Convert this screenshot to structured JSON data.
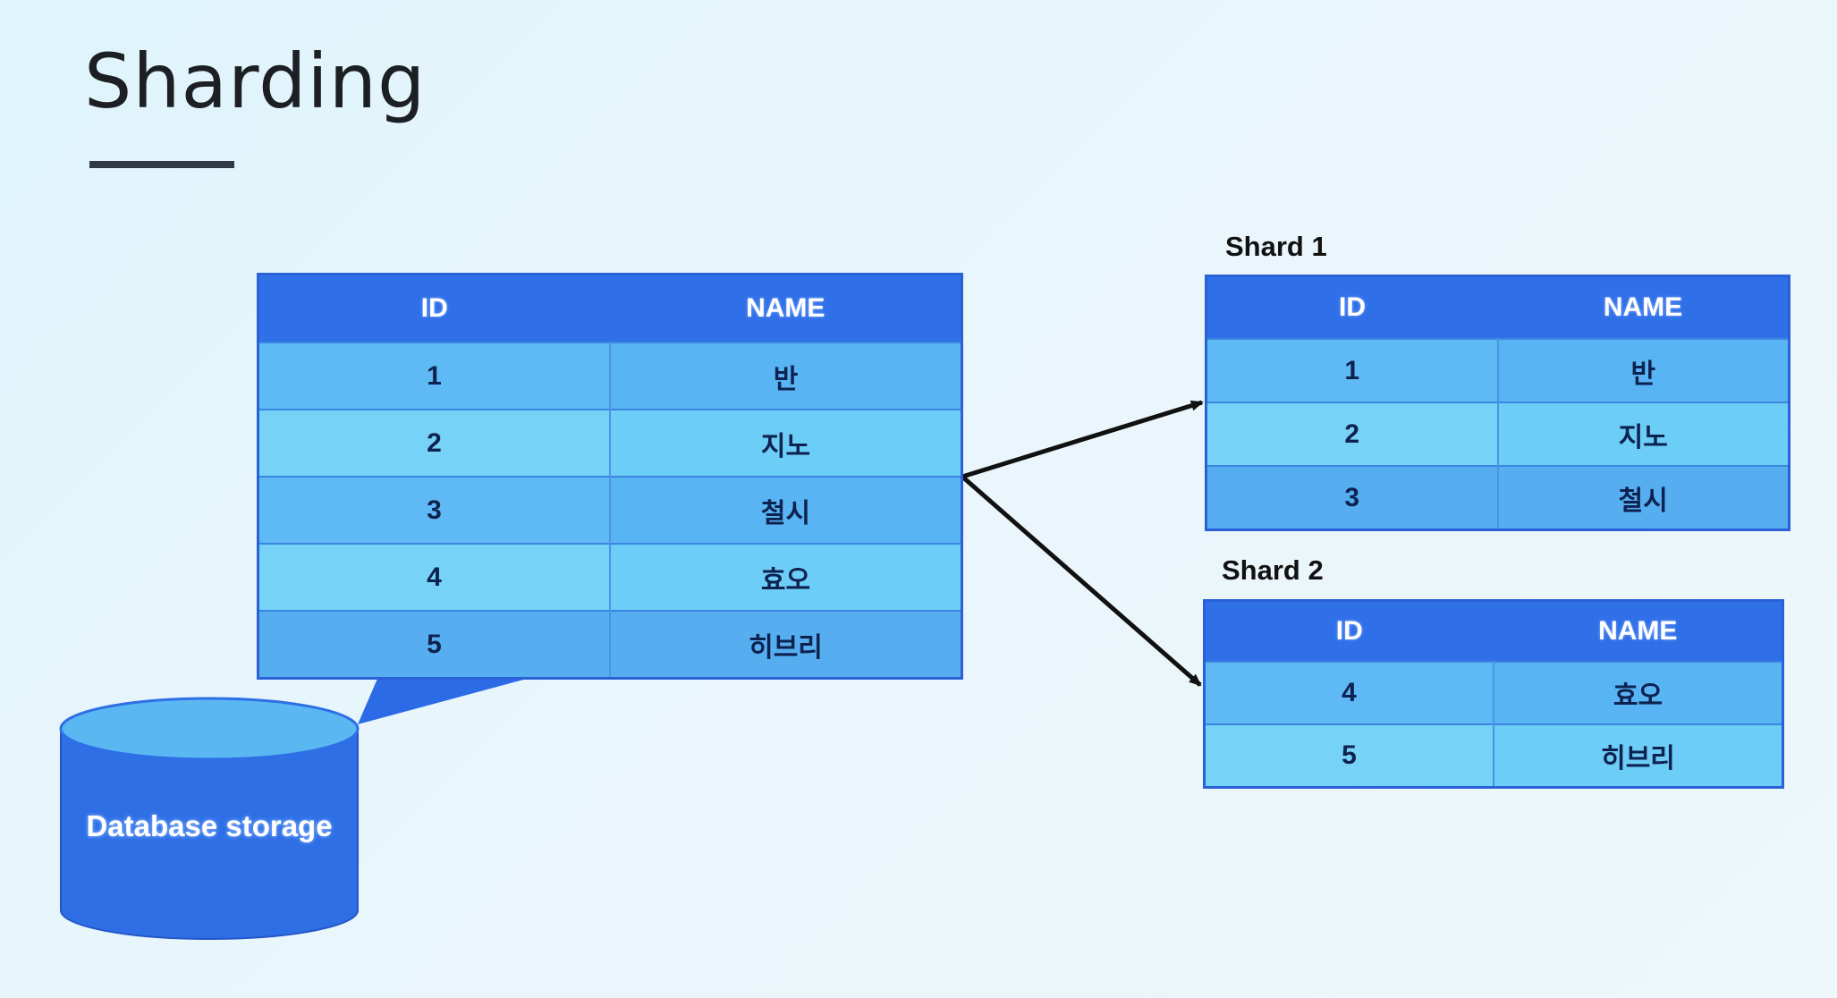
{
  "slide": {
    "title": "Sharding"
  },
  "main_table": {
    "headers": {
      "id": "ID",
      "name": "NAME"
    },
    "rows": [
      {
        "id": "1",
        "name": "반"
      },
      {
        "id": "2",
        "name": "지노"
      },
      {
        "id": "3",
        "name": "철시"
      },
      {
        "id": "4",
        "name": "효오"
      },
      {
        "id": "5",
        "name": "히브리"
      }
    ]
  },
  "database": {
    "label": "Database storage"
  },
  "shard1": {
    "label": "Shard 1",
    "headers": {
      "id": "ID",
      "name": "NAME"
    },
    "rows": [
      {
        "id": "1",
        "name": "반"
      },
      {
        "id": "2",
        "name": "지노"
      },
      {
        "id": "3",
        "name": "철시"
      }
    ]
  },
  "shard2": {
    "label": "Shard 2",
    "headers": {
      "id": "ID",
      "name": "NAME"
    },
    "rows": [
      {
        "id": "4",
        "name": "효오"
      },
      {
        "id": "5",
        "name": "히브리"
      }
    ]
  },
  "colors": {
    "header": "#2f6fe8",
    "row_dark": "#58b4f3",
    "row_light": "#6ccdf7",
    "cylinder": "#2e6fe6",
    "cylinder_top": "#5ab7f2",
    "arrow": "#111111"
  }
}
